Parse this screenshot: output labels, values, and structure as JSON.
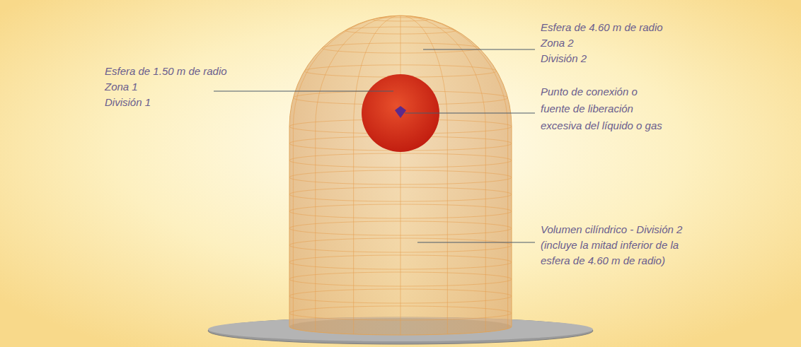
{
  "diagram": {
    "labels": [
      "Esfera de 1.50 m de radio",
      "Zona 1",
      "División 1",
      "Esfera de 4.60 m de radio",
      "Zona 2",
      "División 2",
      "Punto de conexión o",
      "fuente de liberación",
      "excesiva del líquido o gas",
      "Volumen cilíndrico - División 2",
      "(incluye la mitad inferior de la",
      "esfera de 4.60 m de radio)"
    ]
  }
}
